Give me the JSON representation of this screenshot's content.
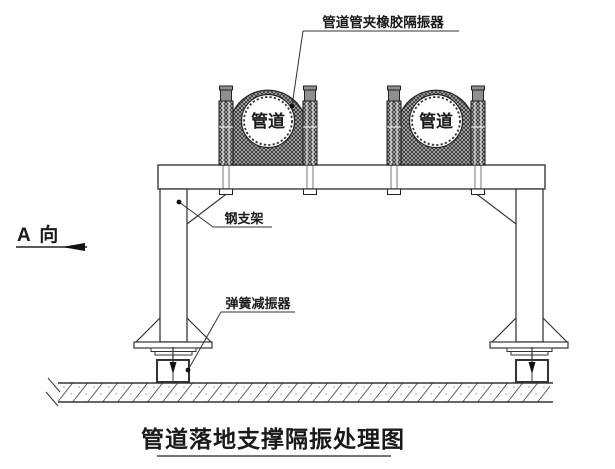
{
  "drawing": {
    "title": "管道落地支撑隔振处理图",
    "labels": {
      "clamp_isolator": "管道管夹橡胶隔振器",
      "steel_frame": "钢支架",
      "spring_damper": "弹簧减振器",
      "view_direction": "A 向",
      "pipe_left": "管道",
      "pipe_right": "管道"
    },
    "colors": {
      "line": "#333333",
      "hatch_fill": "#b9b9b9",
      "background": "#ffffff"
    }
  }
}
